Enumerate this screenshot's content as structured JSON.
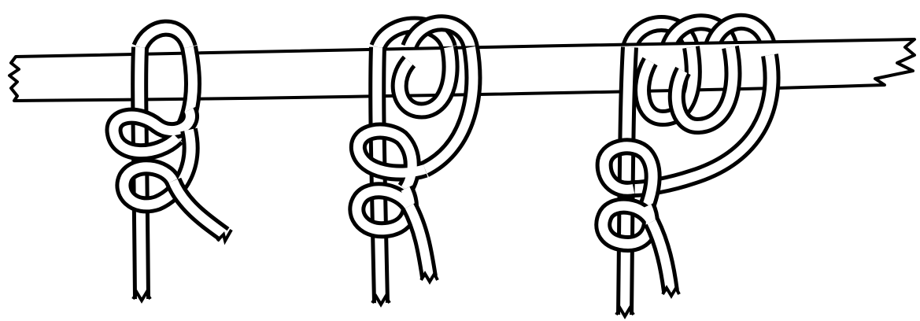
{
  "colors": {
    "ink": "#000000",
    "paper": "#ffffff"
  },
  "figure": {
    "pole": "horizontal-pole",
    "knots": [
      "knot-one",
      "knot-two",
      "knot-three"
    ],
    "turns_around_pole": [
      1,
      2,
      3
    ]
  }
}
